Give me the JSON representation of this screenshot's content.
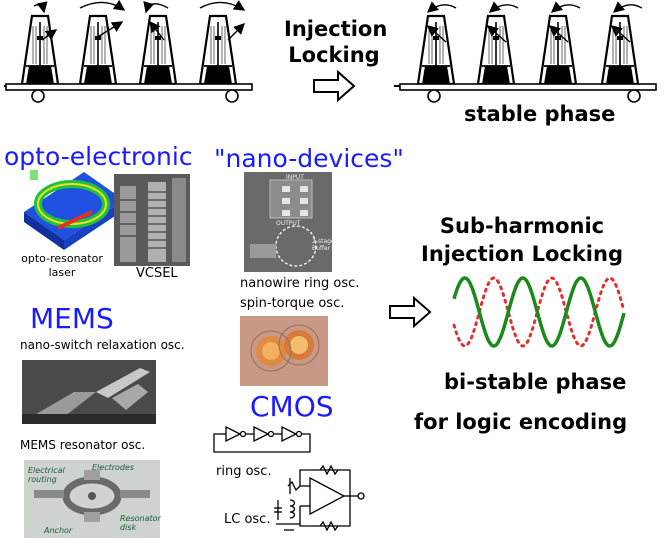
{
  "top": {
    "arrow_label_line1": "Injection",
    "arrow_label_line2": "Locking",
    "result_label": "stable phase"
  },
  "categories": {
    "opto_title": "opto-electronic",
    "nano_title": "\"nano-devices\"",
    "mems_title": "MEMS",
    "cmos_title": "CMOS"
  },
  "opto": {
    "resonator_caption_line1": "opto-resonator",
    "resonator_caption_line2": "laser",
    "vcsel_caption": "VCSEL"
  },
  "nano": {
    "chip_labels": {
      "input": "INPUT",
      "output": "OUTPUT",
      "buffer_line1": "2-stage",
      "buffer_line2": "Buffer"
    },
    "caption_line1": "nanowire ring osc.",
    "caption_line2": "spin-torque osc."
  },
  "mems": {
    "switch_caption": "nano-switch relaxation osc.",
    "resonator_caption": "MEMS resonator osc.",
    "micrograph_labels": {
      "electrical": "Electrical",
      "routing": "routing",
      "electrodes": "Electrodes",
      "anchor": "Anchor",
      "resonator": "Resonator",
      "disk": "disk"
    }
  },
  "cmos": {
    "ring_caption": "ring osc.",
    "lc_caption": "LC osc."
  },
  "right": {
    "title_line1": "Sub-harmonic",
    "title_line2": "Injection Locking",
    "caption_line1": "bi-stable phase",
    "caption_line2": "for logic encoding"
  },
  "colors": {
    "label_blue": "#1a1aff",
    "wave_green": "#1a8a1a",
    "wave_red": "#e03030"
  }
}
